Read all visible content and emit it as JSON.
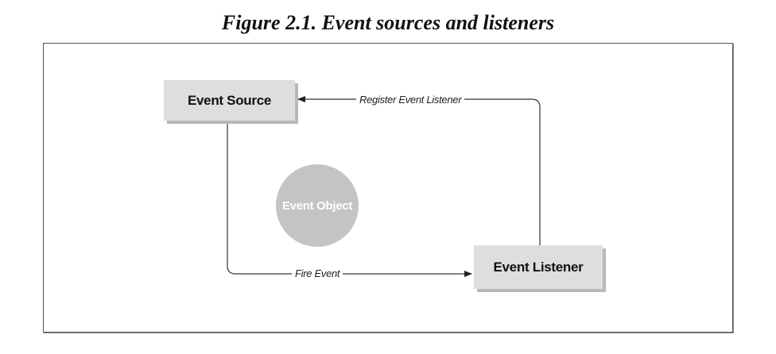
{
  "figure": {
    "caption": "Figure 2.1. Event sources and listeners"
  },
  "nodes": {
    "event_source": "Event Source",
    "event_listener": "Event Listener",
    "event_object": "Event Object"
  },
  "edges": {
    "register": "Register Event Listener",
    "fire": "Fire Event"
  }
}
